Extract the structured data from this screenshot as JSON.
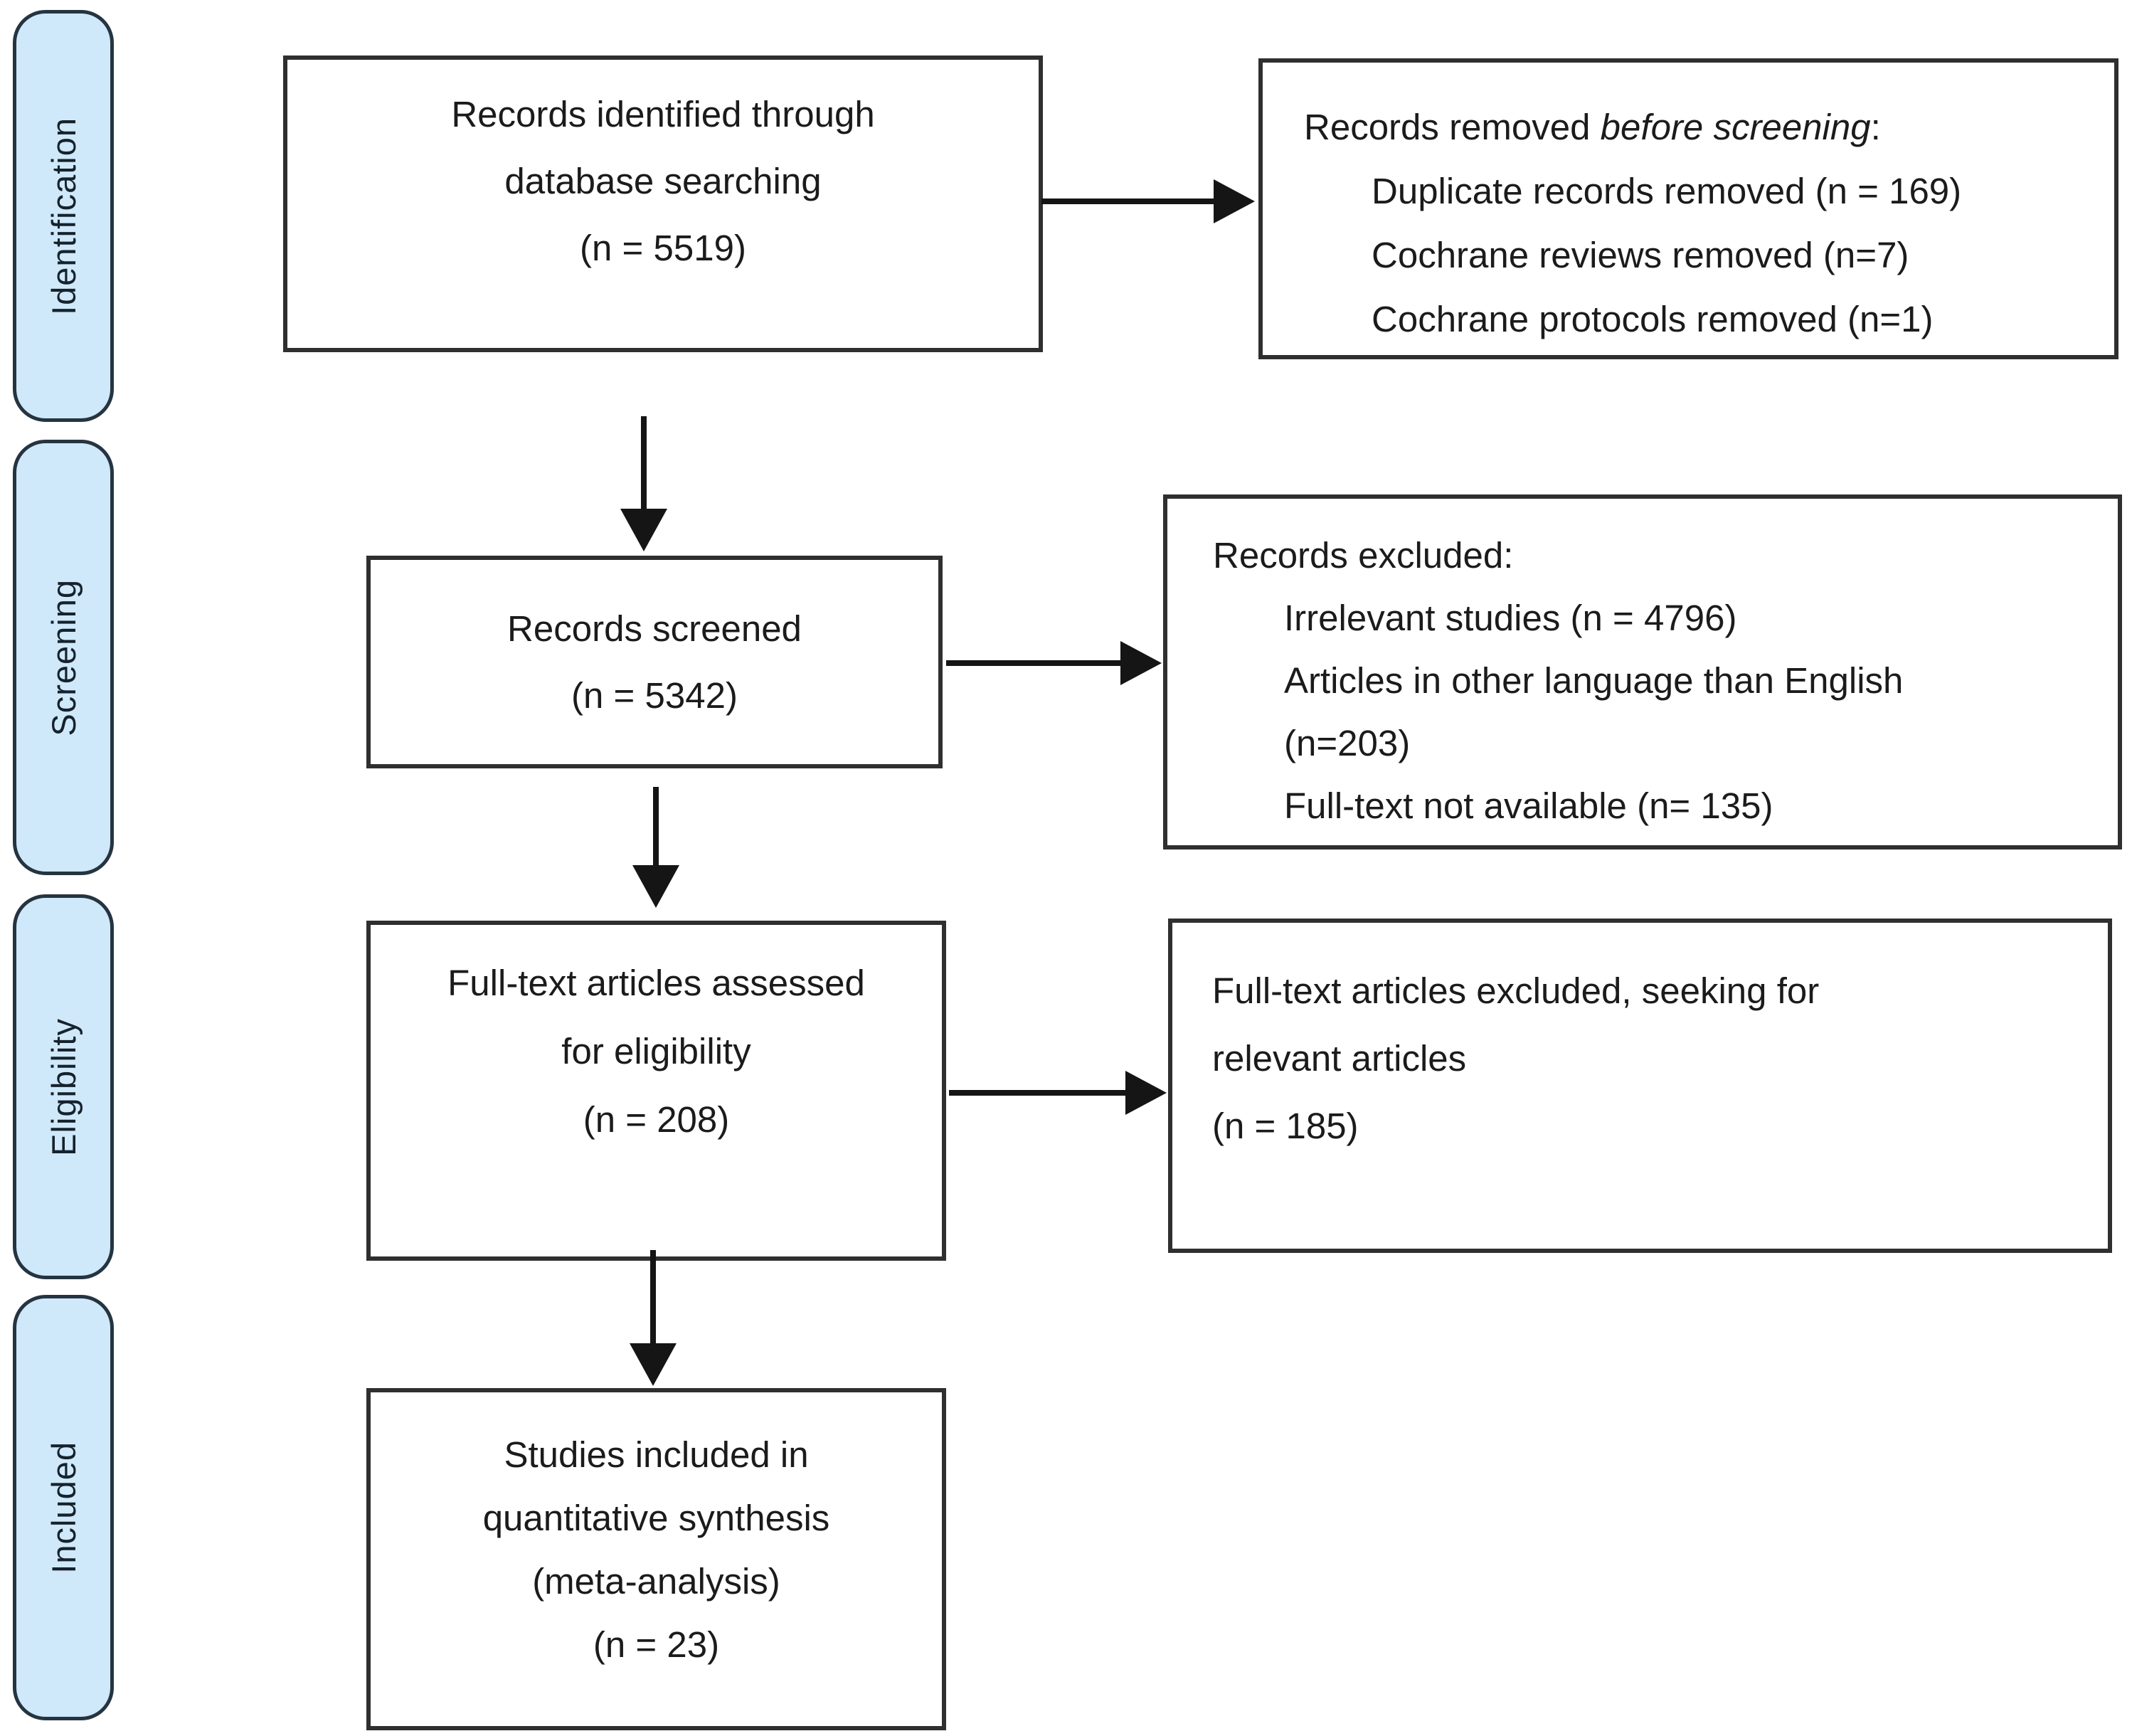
{
  "diagram": {
    "stage_labels": {
      "identification": "Identification",
      "screening": "Screening",
      "eligibility": "Eligibility",
      "included": "Included"
    },
    "boxes": {
      "records_identified": {
        "lines": [
          "Records identified through",
          "database searching",
          "(n = 5519)"
        ]
      },
      "records_removed": {
        "title_prefix": "Records removed ",
        "title_italic": "before screening",
        "title_suffix": ":",
        "items": [
          "Duplicate records removed (n = 169)",
          "Cochrane reviews removed (n=7)",
          "Cochrane protocols removed (n=1)"
        ]
      },
      "records_screened": {
        "lines": [
          "Records screened",
          "(n = 5342)"
        ]
      },
      "records_excluded": {
        "title": "Records excluded:",
        "items": [
          "Irrelevant studies (n = 4796)",
          "Articles in other language than English",
          "(n=203)",
          "Full-text not available (n= 135)"
        ]
      },
      "fulltext_assessed": {
        "lines": [
          "Full-text articles assessed",
          "for eligibility",
          "(n = 208)"
        ]
      },
      "fulltext_excluded": {
        "lines": [
          "Full-text articles excluded, seeking for",
          "relevant articles",
          "(n = 185)"
        ]
      },
      "studies_included": {
        "lines": [
          "Studies included in",
          "quantitative synthesis",
          "(meta-analysis)",
          "(n = 23)"
        ]
      }
    },
    "colors": {
      "stage_fill": "#cfe9fb",
      "stage_border": "#253440",
      "box_border": "#2f2f2f",
      "box_text": "#1b1b1b",
      "arrow": "#151515"
    }
  }
}
